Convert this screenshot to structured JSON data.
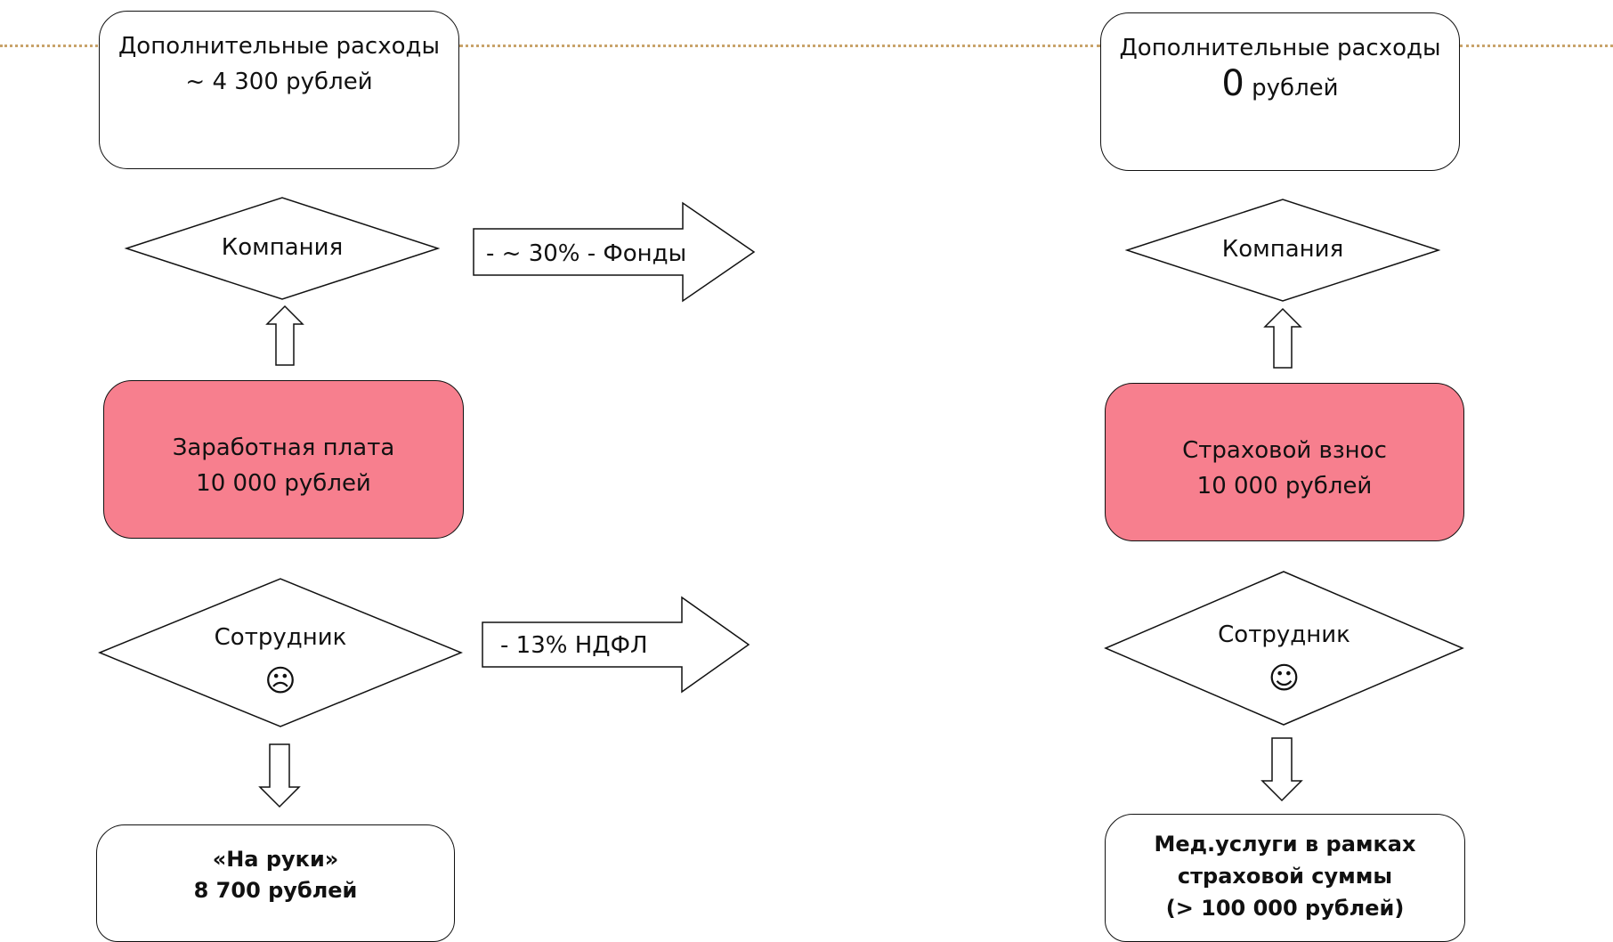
{
  "left": {
    "top_box": {
      "line1": "Дополнительные расходы",
      "line2": "~ 4 300 рублей"
    },
    "company": "Компания",
    "funds_arrow": "- ~ 30% - Фонды",
    "pink_box": {
      "line1": "Заработная плата",
      "line2": "10 000 рублей"
    },
    "employee": "Сотрудник",
    "employee_face": "☹",
    "tax_arrow": "- 13% НДФЛ",
    "bottom_box": {
      "line1": "«На руки»",
      "line2": "8 700 рублей"
    }
  },
  "right": {
    "top_box": {
      "line1": "Дополнительные расходы",
      "amount": "0",
      "unit": "рублей"
    },
    "company": "Компания",
    "pink_box": {
      "line1": "Страховой взнос",
      "line2": "10 000 рублей"
    },
    "employee": "Сотрудник",
    "employee_face": "☺",
    "bottom_box": {
      "line1": "Мед.услуги в рамках",
      "line2": "страховой суммы",
      "line3": "(> 100 000 рублей)"
    }
  },
  "colors": {
    "accent_dots": "#c8a36a",
    "pink": "#f77f8e"
  }
}
